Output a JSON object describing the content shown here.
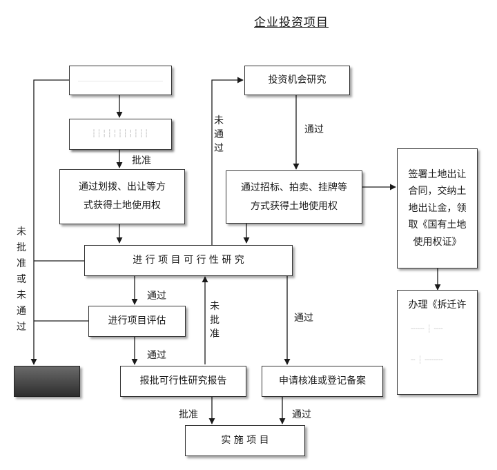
{
  "title": "企业投资项目",
  "boxes": {
    "unclear_top": "",
    "unclear_second": "",
    "allocate": "通过划拨、出让等方\n式获得土地使用权",
    "research": "投资机会研究",
    "bidding": "通过招标、拍卖、挂牌等\n方式获得土地使用权",
    "contract": "签署土地出让\n合同，交纳土\n地出让金，领\n取《国有土地\n使用权证》",
    "feasibility": "进 行 项 目 可 行 性 研 究",
    "evaluation": "进行项目评估",
    "report": "报批可行性研究报告",
    "approve_register": "申请核准或登记备案",
    "implement": "实 施 项 目",
    "demolish": "办理《拆迁许"
  },
  "labels": {
    "approved_1": "批准",
    "passed_research": "通过",
    "not_passed_top": "未\n通\n过",
    "not_approved_left": "未\n批\n准\n或\n未\n通\n过",
    "passed_eval": "通过",
    "passed_report": "通过",
    "not_approved_mid": "未\n批\n准",
    "passed_right": "通过",
    "approved_bottom": "批准",
    "passed_bottom": "通过"
  }
}
